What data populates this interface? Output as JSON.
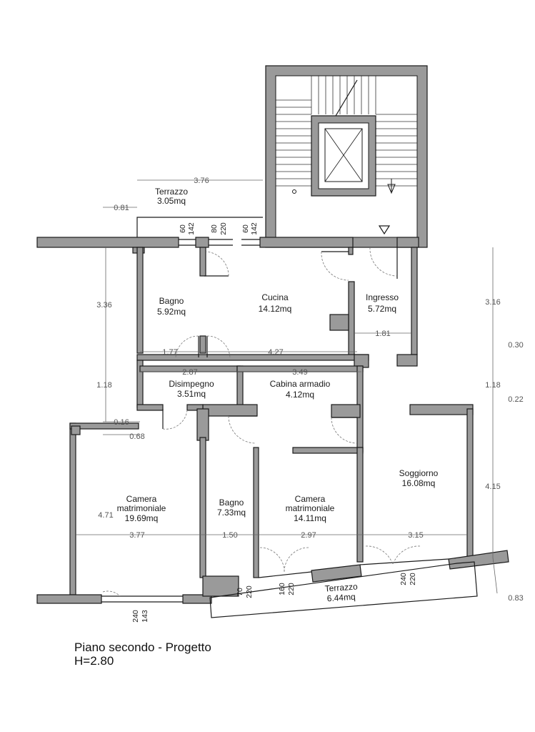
{
  "title": {
    "line1": "Piano secondo - Progetto",
    "line2": "H=2.80"
  },
  "rooms": {
    "terrazzo_top": {
      "name": "Terrazzo",
      "area": "3.05mq"
    },
    "bagno1": {
      "name": "Bagno",
      "area": "5.92mq"
    },
    "cucina": {
      "name": "Cucina",
      "area": "14.12mq"
    },
    "ingresso": {
      "name": "Ingresso",
      "area": "5.72mq"
    },
    "disimpegno": {
      "name": "Disimpegno",
      "area": "3.51mq"
    },
    "cabina": {
      "name": "Cabina armadio",
      "area": "4.12mq"
    },
    "camera1": {
      "name1": "Camera",
      "name2": "matrimoniale",
      "area": "19.69mq"
    },
    "bagno2": {
      "name": "Bagno",
      "area": "7.33mq"
    },
    "camera2": {
      "name1": "Camera",
      "name2": "matrimoniale",
      "area": "14.11mq"
    },
    "soggiorno": {
      "name": "Soggiorno",
      "area": "16.08mq"
    },
    "terrazzo_bottom": {
      "name": "Terrazzo",
      "area": "6.44mq"
    }
  },
  "dimensions": {
    "d376": "3.76",
    "d081": "0.81",
    "d336": "3.36",
    "d118a": "1.18",
    "d016": "0.16",
    "d068": "0.68",
    "d471": "4.71",
    "d177": "1.77",
    "d427": "4.27",
    "d287": "2.87",
    "d349": "3.49",
    "d181": "1.81",
    "d316": "3.16",
    "d030": "0.30",
    "d118b": "1.18",
    "d022": "0.22",
    "d415": "4.15",
    "d083": "0.83",
    "d377": "3.77",
    "d150": "1.50",
    "d297": "2.97",
    "d315": "3.15"
  },
  "openings": {
    "w1a": "60",
    "w1b": "142",
    "w2a": "80",
    "w2b": "220",
    "w3a": "60",
    "w3b": "142",
    "w4a": "240",
    "w4b": "143",
    "w5a": "70",
    "w5b": "220",
    "w6a": "160",
    "w6b": "220",
    "w7a": "240",
    "w7b": "220"
  },
  "colors": {
    "wall": "#9a9a9a",
    "line": "#1a1a1a",
    "dimension": "#666666"
  }
}
